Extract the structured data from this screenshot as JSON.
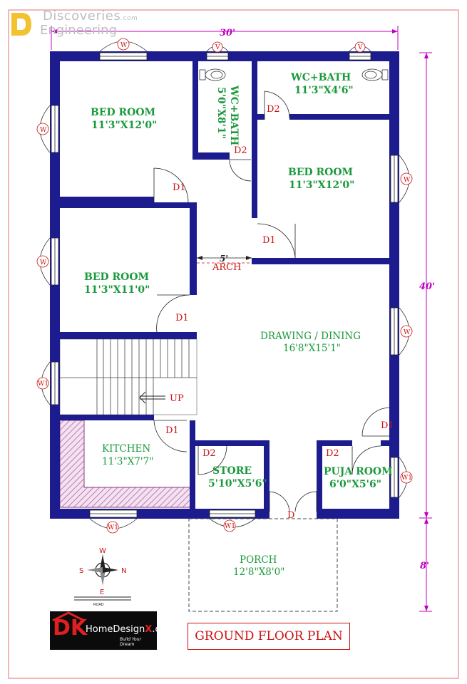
{
  "brand": {
    "line1": "Discoveries",
    "line1_suffix": ".com",
    "line2": "Engineering"
  },
  "dimensions": {
    "width": "30'",
    "height_main": "40'",
    "height_porch": "8'",
    "arch": "5'"
  },
  "rooms": {
    "bed1": {
      "name": "BED ROOM",
      "size": "11'3\"X12'0\""
    },
    "bed2": {
      "name": "BED ROOM",
      "size": "11'3\"X12'0\""
    },
    "bed3": {
      "name": "BED ROOM",
      "size": "11'3\"X11'0\""
    },
    "wc1": {
      "name": "WC+BATH",
      "size": "5'0\"X8'1\""
    },
    "wc2": {
      "name": "WC+BATH",
      "size": "11'3\"X4'6\""
    },
    "drawing": {
      "name": "DRAWING / DINING",
      "size": "16'8\"X15'1\""
    },
    "kitchen": {
      "name": "KITCHEN",
      "size": "11'3\"X7'7\""
    },
    "store": {
      "name": "STORE",
      "size": "5'10\"X5'6\""
    },
    "puja": {
      "name": "PUJA ROOM",
      "size": "6'0\"X5'6\""
    },
    "porch": {
      "name": "PORCH",
      "size": "12'8\"X8'0\""
    }
  },
  "labels": {
    "d1": "D1",
    "d2": "D2",
    "d": "D",
    "arch": "ARCH",
    "up": "UP",
    "w": "W",
    "v": "V",
    "w1": "W1",
    "compass": {
      "n": "N",
      "s": "S",
      "e": "E",
      "w": "W",
      "road": "ROAD"
    }
  },
  "logo": {
    "dk": "DK",
    "home": "Home",
    "design": "Design",
    "x": "X",
    "com": ".com",
    "tagline": "Build Your Dream"
  },
  "title": "GROUND FLOOR PLAN",
  "colors": {
    "wall": "#1c1c8e",
    "dimension": "#c000c0",
    "door_label": "#cc1111",
    "room_label": "#1a9a3c",
    "hatch": "#c07ab8"
  }
}
